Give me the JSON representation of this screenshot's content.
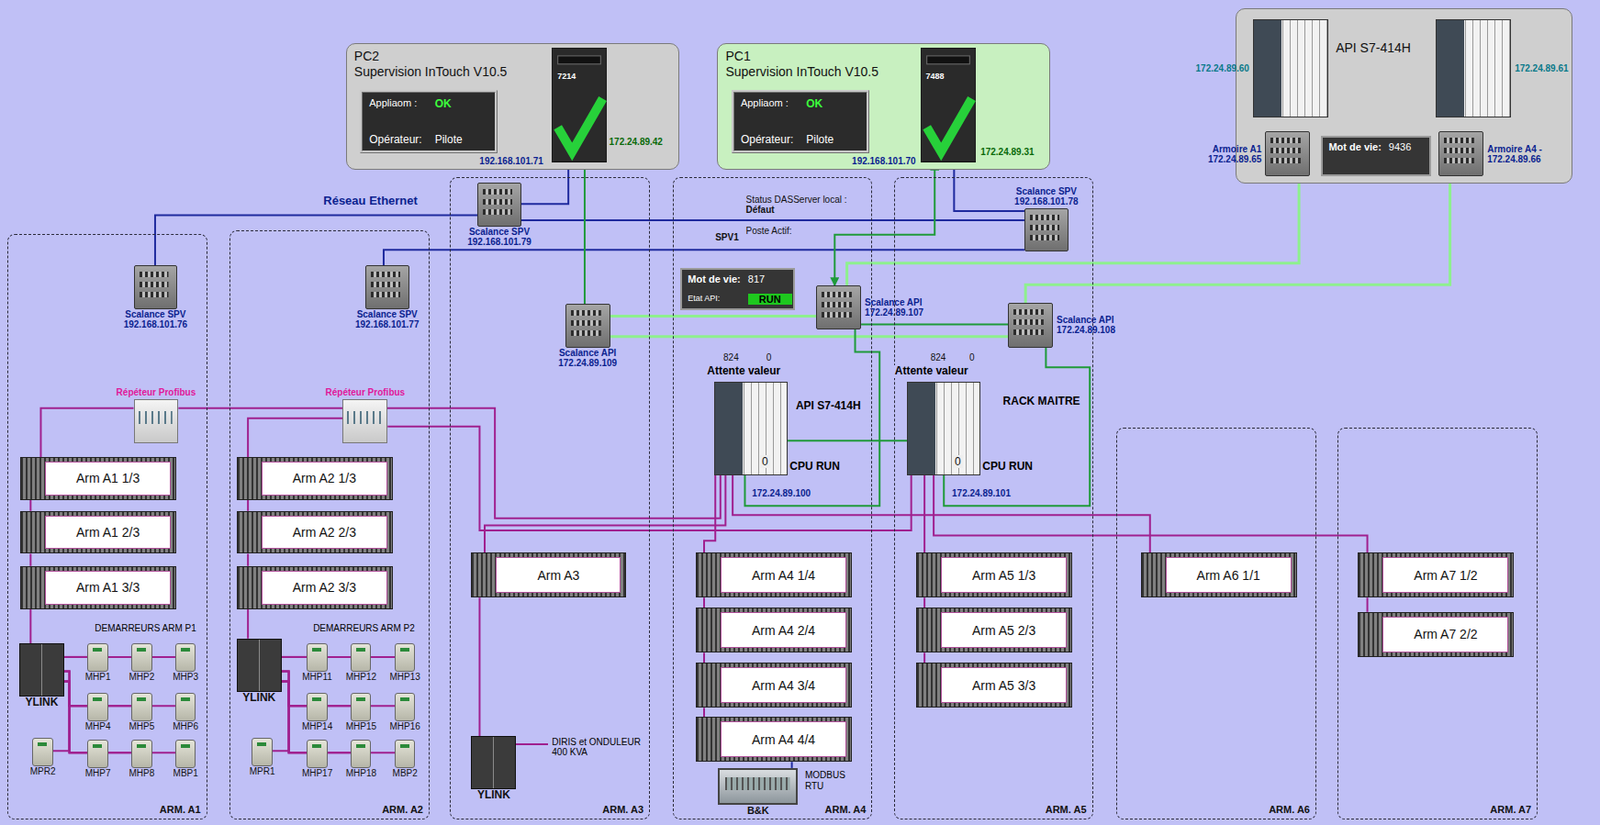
{
  "diagram": {
    "nodes": [
      {
        "text": [
          "PC2",
          "Supervision InTouch V10.5"
        ]
      },
      {
        "text": [
          "Appliaom :",
          "OK",
          "Opérateur:",
          "Pilote"
        ],
        "in": 0
      },
      {
        "text": [
          "7214"
        ],
        "in": 0
      },
      {
        "text": [
          "PC1",
          "Supervision InTouch V10.5"
        ]
      },
      {
        "text": [
          "Appliaom :",
          "OK",
          "Opérateur:",
          "Pilote"
        ],
        "in": 3
      },
      {
        "text": [
          "7488"
        ],
        "in": 3
      },
      {
        "text": [
          "API S7-414H"
        ]
      },
      {
        "text": [
          "172.24.89.60"
        ],
        "in": 6
      },
      {
        "text": [
          "172.24.89.61"
        ],
        "in": 6
      },
      {
        "text": [
          "Armoire A1",
          "172.24.89.65"
        ],
        "in": 6
      },
      {
        "text": [
          "Mot de vie:",
          "9436"
        ],
        "in": 6
      },
      {
        "text": [
          "Armoire A4 -",
          "172.24.89.66"
        ],
        "in": 6
      },
      {
        "text": [
          "ARM. A1"
        ]
      },
      {
        "text": [
          "ARM. A2"
        ]
      },
      {
        "text": [
          "ARM. A3"
        ]
      },
      {
        "text": [
          "ARM. A4"
        ]
      },
      {
        "text": [
          "ARM. A5"
        ]
      },
      {
        "text": [
          "ARM. A6"
        ]
      },
      {
        "text": [
          "ARM. A7"
        ]
      },
      {
        "text": [
          "Scalance SPV",
          "192.168.101.79"
        ],
        "in": 14
      },
      {
        "text": [
          "Scalance SPV",
          "192.168.101.78"
        ],
        "in": 16
      },
      {
        "text": [
          "Scalance SPV",
          "192.168.101.76"
        ],
        "in": 12
      },
      {
        "text": [
          "Scalance SPV",
          "192.168.101.77"
        ],
        "in": 13
      },
      {
        "text": [
          "Scalance API",
          "172.24.89.109"
        ],
        "in": 14
      },
      {
        "text": [
          "Mot de vie:",
          "817",
          "Etat API:",
          "RUN"
        ],
        "in": 15
      },
      {
        "text": [
          "Scalance API",
          "172.24.89.107"
        ],
        "in": 15
      },
      {
        "text": [
          "Scalance API",
          "172.24.89.108"
        ],
        "in": 16
      },
      {
        "text": [
          "0"
        ],
        "in": 15
      },
      {
        "text": [
          "0"
        ],
        "in": 16
      },
      {
        "text": [
          "Répéteur Profibus"
        ],
        "in": 12
      },
      {
        "text": [
          "Répéteur Profibus"
        ],
        "in": 13
      },
      {
        "text": [
          "Arm A1 1/3"
        ],
        "in": 12
      },
      {
        "text": [
          "Arm A1 2/3"
        ],
        "in": 12
      },
      {
        "text": [
          "Arm A1 3/3"
        ],
        "in": 12
      },
      {
        "text": [
          "Arm A2 1/3"
        ],
        "in": 13
      },
      {
        "text": [
          "Arm A2 2/3"
        ],
        "in": 13
      },
      {
        "text": [
          "Arm A2 3/3"
        ],
        "in": 13
      },
      {
        "text": [
          "Arm A3"
        ],
        "in": 14
      },
      {
        "text": [
          "Arm A4 1/4"
        ],
        "in": 15
      },
      {
        "text": [
          "Arm A4 2/4"
        ],
        "in": 15
      },
      {
        "text": [
          "Arm A4 3/4"
        ],
        "in": 15
      },
      {
        "text": [
          "Arm A4 4/4"
        ],
        "in": 15
      },
      {
        "text": [
          "Arm A5 1/3"
        ],
        "in": 16
      },
      {
        "text": [
          "Arm A5 2/3"
        ],
        "in": 16
      },
      {
        "text": [
          "Arm A5 3/3"
        ],
        "in": 16
      },
      {
        "text": [
          "Arm A6 1/1"
        ],
        "in": 17
      },
      {
        "text": [
          "Arm A7 1/2"
        ],
        "in": 18
      },
      {
        "text": [
          "Arm A7 2/2"
        ],
        "in": 18
      },
      {
        "text": [
          "YLINK"
        ],
        "in": 12
      },
      {
        "text": [
          "YLINK"
        ],
        "in": 13
      },
      {
        "text": [
          "YLINK"
        ],
        "in": 14
      },
      {
        "text": [
          "B&K"
        ],
        "in": 15
      },
      {
        "text": [
          "MHP1"
        ],
        "in": 12
      },
      {
        "text": [
          "MHP2"
        ],
        "in": 12
      },
      {
        "text": [
          "MHP3"
        ],
        "in": 12
      },
      {
        "text": [
          "MHP4"
        ],
        "in": 12
      },
      {
        "text": [
          "MHP5"
        ],
        "in": 12
      },
      {
        "text": [
          "MHP6"
        ],
        "in": 12
      },
      {
        "text": [
          "MPR2"
        ],
        "in": 12
      },
      {
        "text": [
          "MHP7"
        ],
        "in": 12
      },
      {
        "text": [
          "MHP8"
        ],
        "in": 12
      },
      {
        "text": [
          "MBP1"
        ],
        "in": 12
      },
      {
        "text": [
          "MHP11"
        ],
        "in": 13
      },
      {
        "text": [
          "MHP12"
        ],
        "in": 13
      },
      {
        "text": [
          "MHP13"
        ],
        "in": 13
      },
      {
        "text": [
          "MHP14"
        ],
        "in": 13
      },
      {
        "text": [
          "MHP15"
        ],
        "in": 13
      },
      {
        "text": [
          "MHP16"
        ],
        "in": 13
      },
      {
        "text": [
          "MPR1"
        ],
        "in": 13
      },
      {
        "text": [
          "MHP17"
        ],
        "in": 13
      },
      {
        "text": [
          "MHP18"
        ],
        "in": 13
      },
      {
        "text": [
          "MBP2"
        ],
        "in": 13
      }
    ],
    "edges": [
      {
        "from": 2,
        "to": 19,
        "arrow": "none"
      },
      {
        "from": 5,
        "to": 20,
        "arrow": "none"
      },
      {
        "from": 19,
        "to": 21,
        "arrow": "none"
      },
      {
        "from": 19,
        "to": 20,
        "arrow": "none"
      },
      {
        "from": 20,
        "to": 22,
        "arrow": "none"
      },
      {
        "from": 2,
        "to": 23,
        "arrow": "none"
      },
      {
        "from": 5,
        "to": 25,
        "arrow": "both"
      },
      {
        "from": 23,
        "to": 25,
        "arrow": "none"
      },
      {
        "from": 23,
        "to": 26,
        "arrow": "none"
      },
      {
        "from": 25,
        "to": 26,
        "arrow": "none"
      },
      {
        "from": 25,
        "to": 9,
        "arrow": "none"
      },
      {
        "from": 26,
        "to": 11,
        "arrow": "none"
      },
      {
        "from": 25,
        "to": 27,
        "arrow": "none"
      },
      {
        "from": 26,
        "to": 28,
        "arrow": "none"
      },
      {
        "from": 27,
        "to": 28,
        "arrow": "none"
      },
      {
        "from": 7,
        "to": 8,
        "arrow": "none"
      },
      {
        "from": 7,
        "to": 8,
        "arrow": "none"
      },
      {
        "from": 7,
        "to": 9,
        "arrow": "none"
      },
      {
        "from": 8,
        "to": 11,
        "arrow": "none"
      },
      {
        "from": 27,
        "to": 29,
        "arrow": "none"
      },
      {
        "from": 28,
        "to": 30,
        "arrow": "none"
      },
      {
        "from": 29,
        "to": 31,
        "arrow": "none"
      },
      {
        "from": 31,
        "to": 32,
        "arrow": "none"
      },
      {
        "from": 32,
        "to": 33,
        "arrow": "none"
      },
      {
        "from": 33,
        "to": 48,
        "arrow": "none"
      },
      {
        "from": 30,
        "to": 34,
        "arrow": "none"
      },
      {
        "from": 34,
        "to": 35,
        "arrow": "none"
      },
      {
        "from": 35,
        "to": 36,
        "arrow": "none"
      },
      {
        "from": 36,
        "to": 49,
        "arrow": "none"
      },
      {
        "from": 27,
        "to": 37,
        "arrow": "none"
      },
      {
        "from": 37,
        "to": 50,
        "arrow": "none"
      },
      {
        "from": 27,
        "to": 38,
        "arrow": "none"
      },
      {
        "from": 38,
        "to": 39,
        "arrow": "none"
      },
      {
        "from": 39,
        "to": 40,
        "arrow": "none"
      },
      {
        "from": 40,
        "to": 41,
        "arrow": "none"
      },
      {
        "from": 28,
        "to": 42,
        "arrow": "none"
      },
      {
        "from": 42,
        "to": 43,
        "arrow": "none"
      },
      {
        "from": 43,
        "to": 44,
        "arrow": "none"
      },
      {
        "from": 27,
        "to": 45,
        "arrow": "none"
      },
      {
        "from": 28,
        "to": 46,
        "arrow": "none"
      },
      {
        "from": 46,
        "to": 47,
        "arrow": "none"
      },
      {
        "from": 41,
        "to": 51,
        "arrow": "none"
      },
      {
        "from": 48,
        "to": 52,
        "arrow": "none"
      },
      {
        "from": 48,
        "to": 53,
        "arrow": "none"
      },
      {
        "from": 48,
        "to": 54,
        "arrow": "none"
      },
      {
        "from": 48,
        "to": 55,
        "arrow": "none"
      },
      {
        "from": 48,
        "to": 56,
        "arrow": "none"
      },
      {
        "from": 48,
        "to": 57,
        "arrow": "none"
      },
      {
        "from": 48,
        "to": 58,
        "arrow": "none"
      },
      {
        "from": 48,
        "to": 59,
        "arrow": "none"
      },
      {
        "from": 48,
        "to": 60,
        "arrow": "none"
      },
      {
        "from": 48,
        "to": 61,
        "arrow": "none"
      },
      {
        "from": 49,
        "to": 62,
        "arrow": "none"
      },
      {
        "from": 49,
        "to": 63,
        "arrow": "none"
      },
      {
        "from": 49,
        "to": 64,
        "arrow": "none"
      },
      {
        "from": 49,
        "to": 65,
        "arrow": "none"
      },
      {
        "from": 49,
        "to": 66,
        "arrow": "none"
      },
      {
        "from": 49,
        "to": 67,
        "arrow": "none"
      },
      {
        "from": 49,
        "to": 68,
        "arrow": "none"
      },
      {
        "from": 49,
        "to": 69,
        "arrow": "none"
      },
      {
        "from": 49,
        "to": 70,
        "arrow": "none"
      },
      {
        "from": 49,
        "to": 71,
        "arrow": "none"
      }
    ],
    "labels": [
      "192.168.101.71",
      "172.24.89.42",
      "192.168.101.70",
      "172.24.89.31",
      "Réseau Ethernet",
      "Status DASServer local :",
      "Défaut",
      "Poste Actif:",
      "SPV1",
      "824",
      "0",
      "Attente valeur",
      "API S7-414H",
      "CPU RUN",
      "172.24.89.100",
      "824",
      "0",
      "Attente valeur",
      "RACK MAITRE",
      "CPU RUN",
      "172.24.89.101",
      "DEMARREURS ARM P1",
      "DEMARREURS ARM P2",
      "DIRIS et ONDULEUR 400 KVA",
      "MODBUS RTU"
    ]
  }
}
